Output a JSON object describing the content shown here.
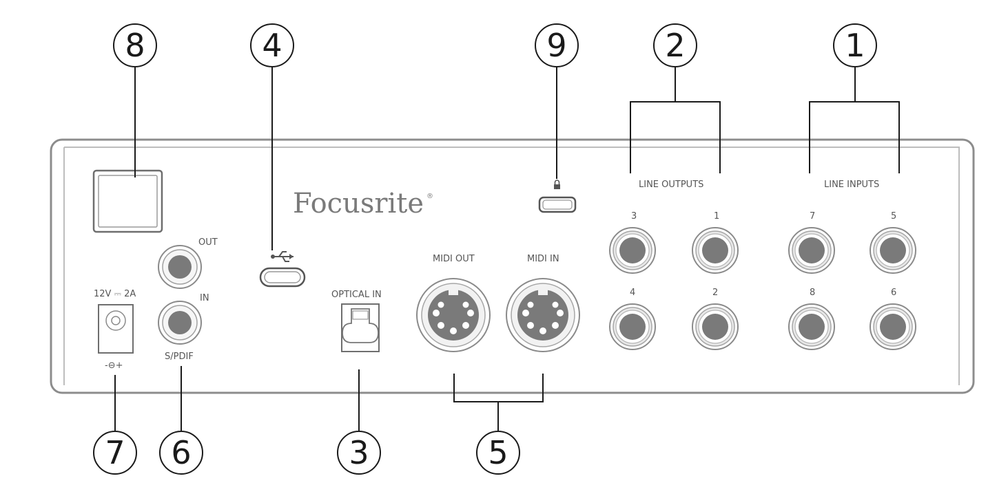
{
  "callouts": {
    "c1": "1",
    "c2": "2",
    "c3": "3",
    "c4": "4",
    "c5": "5",
    "c6": "6",
    "c7": "7",
    "c8": "8",
    "c9": "9"
  },
  "panel": {
    "brand": "Focusrite",
    "brand_mark": "®",
    "power_label": "12V ⎓ 2A",
    "polarity_label": "-⊖+",
    "spdif_out": "OUT",
    "spdif_in": "IN",
    "spdif_label": "S/PDIF",
    "optical_in": "OPTICAL IN",
    "midi_out": "MIDI OUT",
    "midi_in": "MIDI IN",
    "line_outputs": "LINE OUTPUTS",
    "line_inputs": "LINE INPUTS",
    "jack_labels": {
      "out3": "3",
      "out1": "1",
      "out4": "4",
      "out2": "2",
      "in7": "7",
      "in5": "5",
      "in8": "8",
      "in6": "6"
    }
  },
  "icons": {
    "usb": "usb-icon",
    "lock": "lock-icon"
  },
  "colors": {
    "outline": "#8c8c8c",
    "jack_fill": "#7a7a7a",
    "jack_ring": "#e8e8e8",
    "text": "#1a1a1a"
  }
}
